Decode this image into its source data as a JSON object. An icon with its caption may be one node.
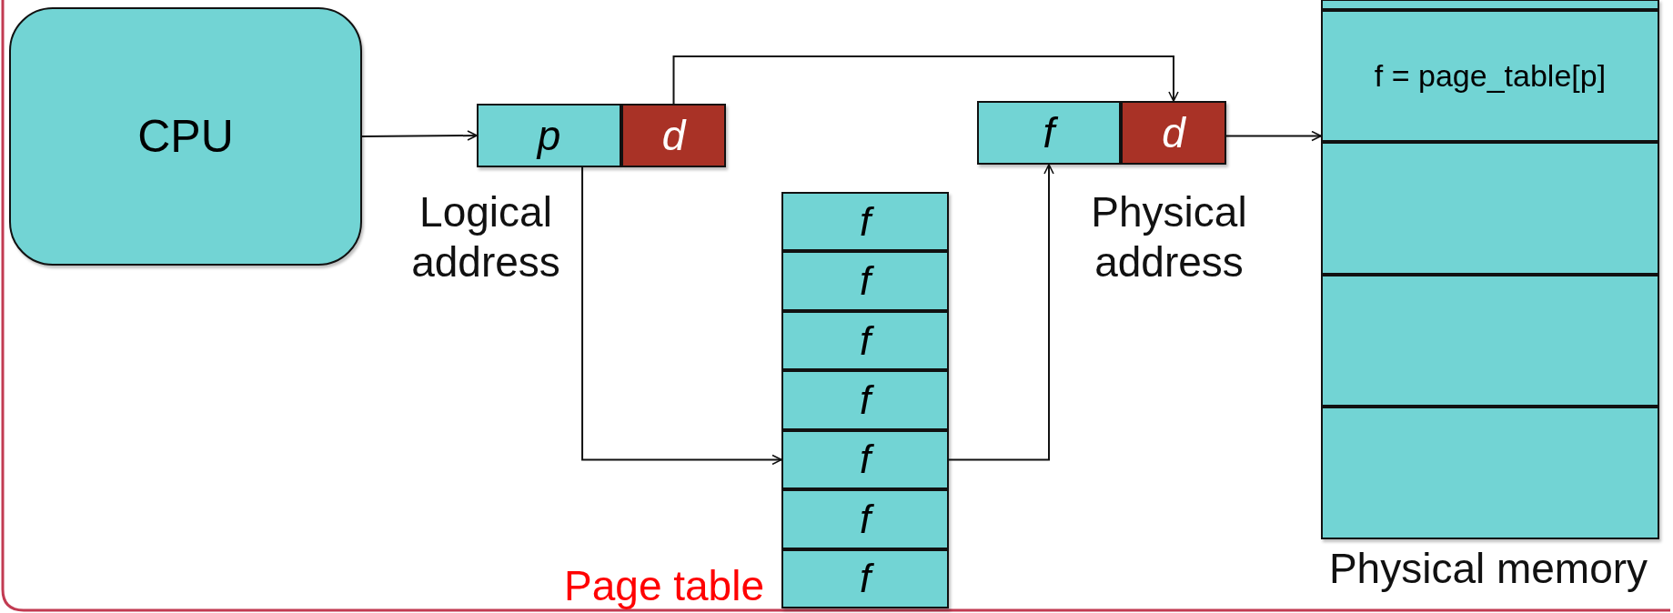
{
  "diagram": {
    "nodes": [
      {
        "text": [
          "CPU"
        ]
      },
      {
        "text": [
          "Logical address"
        ]
      },
      {
        "text": [
          "p"
        ],
        "in": 1
      },
      {
        "text": [
          "d"
        ],
        "in": 1
      },
      {
        "text": [
          "Physical address"
        ]
      },
      {
        "text": [
          "f"
        ],
        "in": 4
      },
      {
        "text": [
          "d"
        ],
        "in": 4
      },
      {
        "text": [
          "Page table"
        ]
      },
      {
        "text": [
          "f"
        ],
        "in": 7
      },
      {
        "text": [
          "f"
        ],
        "in": 7
      },
      {
        "text": [
          "f"
        ],
        "in": 7
      },
      {
        "text": [
          "f"
        ],
        "in": 7
      },
      {
        "text": [
          "f"
        ],
        "in": 7
      },
      {
        "text": [
          "f"
        ],
        "in": 7
      },
      {
        "text": [
          "f"
        ],
        "in": 7
      },
      {
        "text": [
          "Physical memory"
        ]
      },
      {
        "text": [],
        "shape": "box",
        "in": 15
      },
      {
        "text": [
          "f = page_table[p]"
        ],
        "in": 15
      },
      {
        "text": [],
        "shape": "box",
        "in": 15
      },
      {
        "text": [],
        "shape": "box",
        "in": 15
      },
      {
        "text": [],
        "shape": "box",
        "in": 15
      }
    ],
    "edges": [
      {
        "from": 0,
        "to": 1,
        "arrow": "to"
      },
      {
        "from": 3,
        "to": 6,
        "arrow": "to"
      },
      {
        "from": 2,
        "to": 12,
        "arrow": "to"
      },
      {
        "from": 12,
        "to": 5,
        "arrow": "to"
      },
      {
        "from": 6,
        "to": 15,
        "arrow": "to"
      }
    ]
  }
}
